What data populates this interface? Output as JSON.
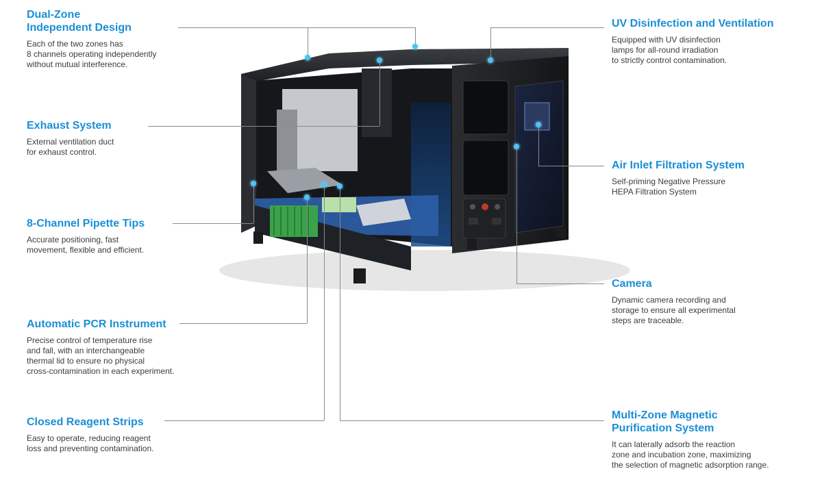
{
  "accent_color": "#1a8fd6",
  "callouts": {
    "dual_zone": {
      "title_line1": "Dual-Zone",
      "title_line2": "Independent Design",
      "desc": [
        "Each of the two zones has",
        "8 channels operating independently",
        "without mutual interference."
      ]
    },
    "exhaust": {
      "title": "Exhaust System",
      "desc": [
        "External ventilation duct",
        "for exhaust control."
      ]
    },
    "pipette": {
      "title": "8-Channel Pipette Tips",
      "desc": [
        "Accurate positioning, fast",
        "movement, flexible and efficient."
      ]
    },
    "pcr": {
      "title": "Automatic PCR Instrument",
      "desc": [
        "Precise control of temperature rise",
        "and fall, with an interchangeable",
        "thermal lid to ensure no physical",
        "cross-contamination in each experiment."
      ]
    },
    "reagent": {
      "title": "Closed Reagent Strips",
      "desc": [
        "Easy to operate, reducing reagent",
        "loss and preventing contamination."
      ]
    },
    "uv": {
      "title": "UV Disinfection and Ventilation",
      "desc": [
        "Equipped with UV disinfection",
        "lamps for all-round irradiation",
        "to strictly control contamination."
      ]
    },
    "air": {
      "title": "Air Inlet Filtration System",
      "desc": [
        "Self-priming Negative Pressure",
        "HEPA Filtration System"
      ]
    },
    "camera": {
      "title": "Camera",
      "desc": [
        "Dynamic camera recording and",
        "storage to ensure all experimental",
        "steps are traceable."
      ]
    },
    "magnetic": {
      "title_line1": "Multi-Zone Magnetic",
      "title_line2": "Purification System",
      "desc": [
        "It can laterally adsorb the reaction",
        "zone and incubation zone, maximizing",
        "the selection of magnetic adsorption range."
      ]
    }
  }
}
